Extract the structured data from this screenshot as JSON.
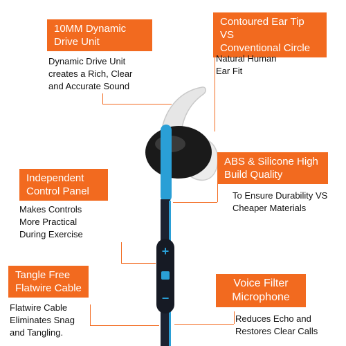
{
  "colors": {
    "accent": "#f26a1f",
    "cable_blue": "#2a9fd6",
    "cable_dark": "#1c2230",
    "ear_tip": "#e8e8e8"
  },
  "callouts": {
    "drive_unit": {
      "title_l1": "10MM Dynamic",
      "title_l2": "Drive Unit",
      "d1": "Dynamic Drive Unit",
      "d2": "creates a Rich, Clear",
      "d3": "and Accurate Sound"
    },
    "ear_tip": {
      "title_l1": "Contoured Ear Tip VS",
      "title_l2": "Conventional Circle",
      "d1": "Natural Human",
      "d2": "Ear Fit"
    },
    "control_panel": {
      "title_l1": "Independent",
      "title_l2": "Control Panel",
      "d1": "Makes Controls",
      "d2": "More Practical",
      "d3": "During Exercise"
    },
    "build_quality": {
      "title_l1": "ABS & Silicone High",
      "title_l2": "Build Quality",
      "d1": "To Ensure Durability VS",
      "d2": "Cheaper Materials"
    },
    "flatwire": {
      "title_l1": "Tangle Free",
      "title_l2": "Flatwire Cable",
      "d1": "Flatwire Cable",
      "d2": "Eliminates Snag",
      "d3": "and Tangling."
    },
    "microphone": {
      "title_l1": "Voice Filter",
      "title_l2": "Microphone",
      "d1": "Reduces Echo and",
      "d2": "Restores Clear Calls"
    }
  },
  "remote": {
    "plus": "+",
    "minus": "−"
  }
}
